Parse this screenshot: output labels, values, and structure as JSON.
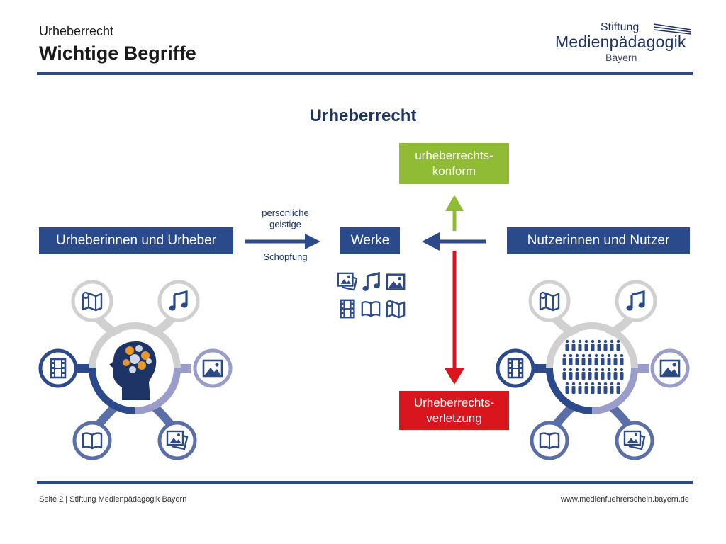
{
  "header": {
    "subtitle": "Urheberrecht",
    "title": "Wichtige Begriffe",
    "logo": {
      "line1": "Stiftung",
      "line2": "Medienpädagogik",
      "line3": "Bayern"
    }
  },
  "diagram": {
    "title": "Urheberrecht",
    "authors_label": "Urheberinnen und Urheber",
    "works_label": "Werke",
    "users_label": "Nutzerinnen und Nutzer",
    "arrow_label_top": "persönliche\ngeistige",
    "arrow_label_bottom": "Schöpfung",
    "conform_label": "urheberrechts-\nkonform",
    "violation_label": "Urheberrechts-\nverletzung",
    "work_icons": [
      "pictures-icon",
      "music-icon",
      "image-icon",
      "film-icon",
      "book-icon",
      "map-icon"
    ],
    "authors_cluster_icons": [
      "map-icon",
      "music-icon",
      "film-icon",
      "image-icon",
      "book-icon",
      "pictures-icon"
    ],
    "users_cluster_icons": [
      "map-icon",
      "music-icon",
      "film-icon",
      "image-icon",
      "book-icon",
      "pictures-icon"
    ],
    "colors": {
      "navy": "#2b4a8b",
      "green": "#8fbb35",
      "red": "#d9161e",
      "grey": "#d0d0d0",
      "lavender": "#9a9cc9"
    }
  },
  "footer": {
    "left": "Seite 2 | Stiftung Medienpädagogik Bayern",
    "right": "www.medienfuehrerschein.bayern.de"
  }
}
